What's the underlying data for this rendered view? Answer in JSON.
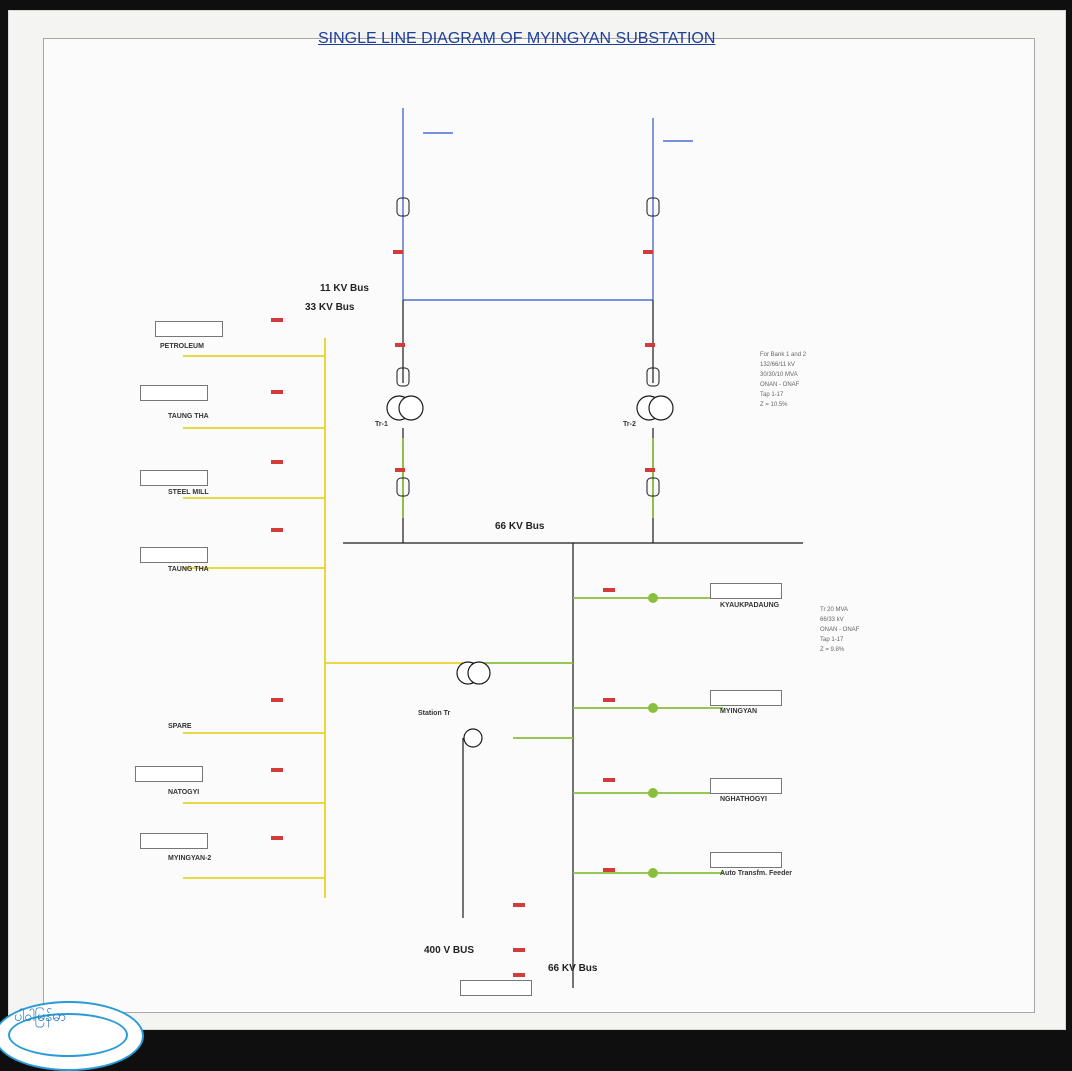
{
  "title": "SINGLE LINE DIAGRAM OF MYINGYAN SUBSTATION",
  "bus_labels": {
    "kv11": "11 KV Bus",
    "kv33": "33 KV Bus",
    "kv66_main": "66 KV Bus",
    "kv66_lower": "66 KV Bus",
    "bus_400v": "400 V BUS"
  },
  "feeders_left": [
    {
      "name": "PETROLEUM"
    },
    {
      "name": "TAUNG THA"
    },
    {
      "name": "STEEL MILL"
    },
    {
      "name": "TAUNG THA"
    },
    {
      "name": "SPARE"
    },
    {
      "name": "NATOGYI"
    },
    {
      "name": "MYINGYAN-2"
    }
  ],
  "feeders_right": [
    {
      "name": "KYAUKPADAUNG"
    },
    {
      "name": "MYINGYAN"
    },
    {
      "name": "NGHATHOGYI"
    },
    {
      "name": "Auto Transfm. Feeder"
    }
  ],
  "transformers": {
    "t1": "Tr-1",
    "t2": "Tr-2",
    "station": "Station Tr"
  },
  "notes": {
    "right_top": [
      "For Bank 1 and 2",
      "132/66/11 kV",
      "30/30/10 MVA",
      "ONAN - ONAF",
      "Tap 1-17",
      "Z = 10.5%"
    ],
    "right_mid": [
      "Tr 20 MVA",
      "66/33 kV",
      "ONAN - ONAF",
      "Tap 1-17",
      "Z = 9.8%"
    ]
  },
  "colors": {
    "title": "#1c3e9a",
    "line_dark": "#1a1a1a",
    "line_11kv": "#4b6fd1",
    "line_33kv": "#e6d329",
    "line_66kv": "#8abf3d",
    "breaker_red": "#d33b3b",
    "frame": "#0f0f10"
  },
  "logo": {
    "text": "ပါဝါမြန်မာ"
  }
}
